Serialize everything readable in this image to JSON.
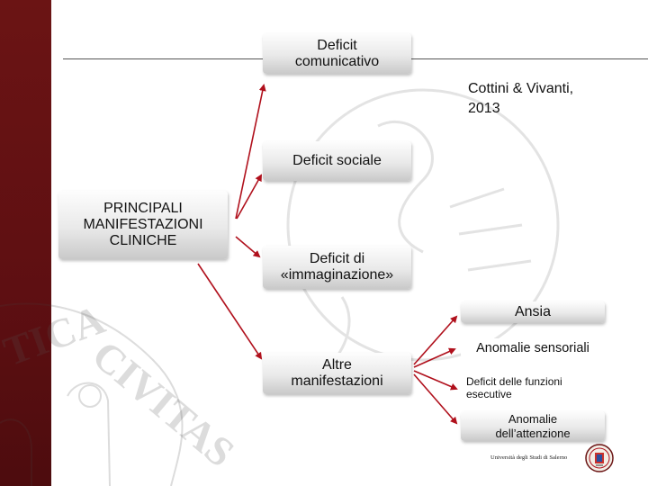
{
  "boxes": {
    "communicativo": "Deficit\ncomunicativo",
    "sociale": "Deficit sociale",
    "principali": "PRINCIPALI\nMANIFESTAZIONI\nCLINICHE",
    "immaginazione": "Deficit di\n«immaginazione»",
    "ansia": "Ansia",
    "altre": "Altre\nmanifestazioni",
    "sensoriali": "Anomalie sensoriali",
    "esecutive": "Deficit      delle      funzioni\nesecutive",
    "attenzione": "Anomalie\ndell’attenzione"
  },
  "citation": "Cottini & Vivanti,\n2013",
  "footer": {
    "university": "Università degli Studi di Salerno"
  },
  "colors": {
    "sidebar": "#5e0f12",
    "arrow": "#b0101c",
    "box_top": "#fdfdfd",
    "box_bottom": "#c9c9c9"
  },
  "icons": [
    "university-watermark",
    "university-seal-icon"
  ]
}
